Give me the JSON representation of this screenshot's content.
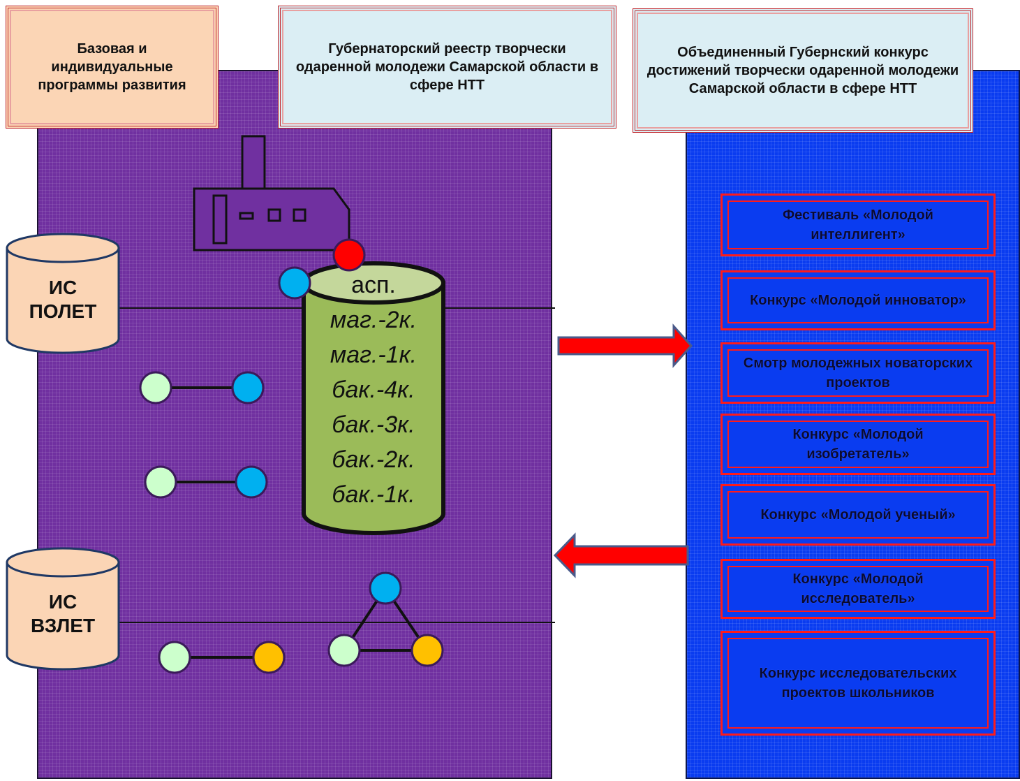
{
  "headers": {
    "left": "Базовая и индивидуальные программы развития",
    "middle": "Губернаторский реестр творчески одаренной молодежи Самарской области в сфере НТТ",
    "right": "Объединенный Губернский конкурс достижений творчески одаренной молодежи Самарской области в сфере НТТ"
  },
  "databases": {
    "top": {
      "line1": "ИС",
      "line2": "ПОЛЕТ"
    },
    "bottom": {
      "line1": "ИС",
      "line2": "ВЗЛЕТ"
    }
  },
  "registry_levels": [
    "асп.",
    "маг.-2к.",
    "маг.-1к.",
    "бак.-4к.",
    "бак.-3к.",
    "бак.-2к.",
    "бак.-1к."
  ],
  "competitions": [
    "Фестиваль «Молодой интеллигент»",
    "Конкурс «Молодой инноватор»",
    "Смотр молодежных новаторских проектов",
    "Конкурс «Молодой изобретатель»",
    "Конкурс «Молодой ученый»",
    "Конкурс «Молодой исследователь»",
    "Конкурс исследовательских проектов школьников"
  ],
  "colors": {
    "purple_panel": "#7030a0",
    "blue_panel": "#0a3cf0",
    "cylinder": "#9bbb59",
    "node_light_green": "#ccffcc",
    "node_blue": "#00b0f0",
    "node_orange": "#ffc000",
    "node_red": "#ff0000",
    "arrow": "#ff0000"
  }
}
